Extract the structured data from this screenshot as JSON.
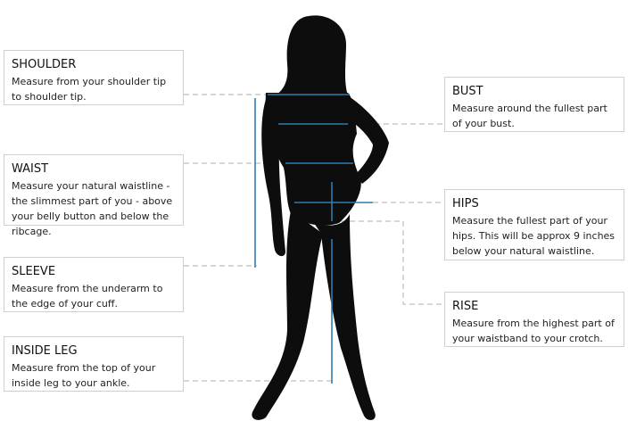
{
  "colors": {
    "figure": "#0d0d0d",
    "measure_line": "#2f7bb0",
    "leader_line": "#c8c8c8",
    "card_border": "#cfcfcf"
  },
  "callouts": {
    "shoulder": {
      "title": "SHOULDER",
      "desc": "Measure from your shoulder tip to shoulder tip."
    },
    "waist": {
      "title": "WAIST",
      "desc": "Measure your natural waistline - the slimmest part of you - above your belly button and below the ribcage."
    },
    "sleeve": {
      "title": "SLEEVE",
      "desc": "Measure from the underarm to the edge of your cuff."
    },
    "inside_leg": {
      "title": "INSIDE LEG",
      "desc": "Measure from the top of your inside leg to your ankle."
    },
    "bust": {
      "title": "BUST",
      "desc": "Measure around the fullest part of your bust."
    },
    "hips": {
      "title": "HIPS",
      "desc": "Measure the fullest part of your hips. This will be approx 9 inches below your natural waistline."
    },
    "rise": {
      "title": "RISE",
      "desc": "Measure from the highest part of your waistband to your crotch."
    }
  }
}
